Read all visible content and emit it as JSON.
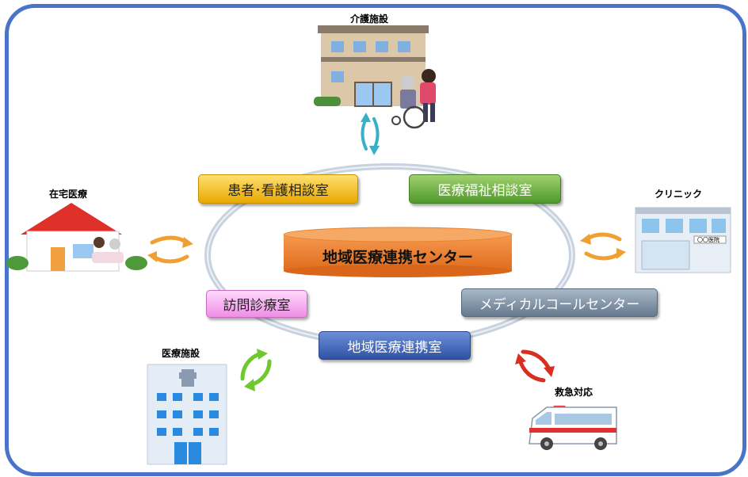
{
  "center": {
    "label": "地域医療連携センター"
  },
  "departments": {
    "patient_nursing": "患者･看護相談室",
    "welfare": "医療福祉相談室",
    "visit": "訪問診療室",
    "call_center": "メディカルコールセンター",
    "regional": "地域医療連携室"
  },
  "nodes": {
    "care_facility": "介護施設",
    "home_care": "在宅医療",
    "clinic": "クリニック",
    "clinic_sign": "〇〇医院",
    "medical_facility": "医療施設",
    "emergency": "救急対応"
  },
  "colors": {
    "frame": "#4a74c9",
    "center_fill": "#ee7d30",
    "patient_nursing": "#f7c000",
    "welfare": "#70ad47",
    "visit": "#f8b4f0",
    "call_center": "#7f93a8",
    "regional": "#3f64b8",
    "arrow_blue": "#3ab0c8",
    "arrow_orange": "#f0a030",
    "arrow_green": "#70c830",
    "arrow_red": "#d83020"
  }
}
